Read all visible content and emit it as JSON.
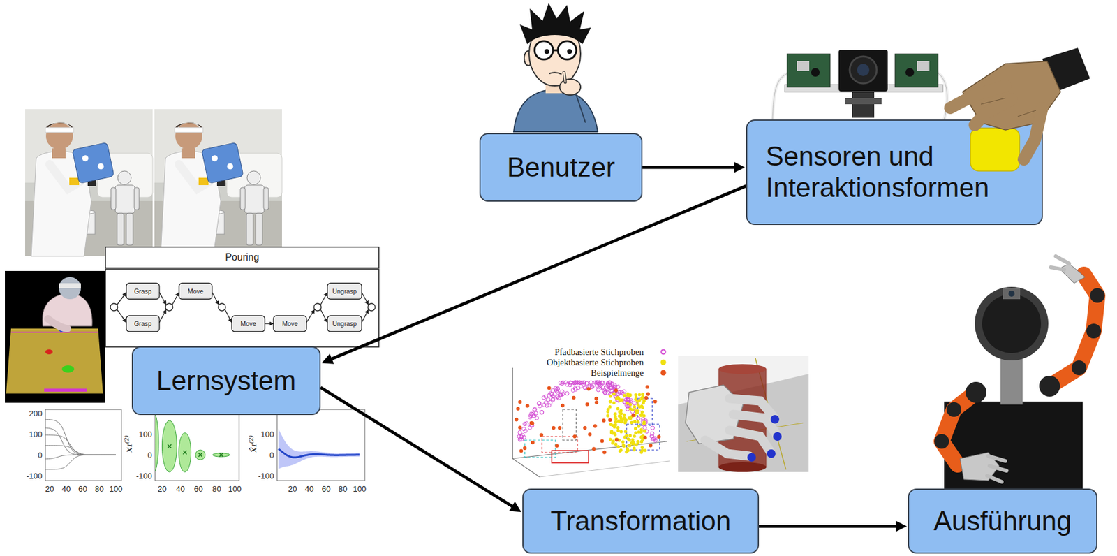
{
  "diagram": {
    "nodes": [
      {
        "text": [
          "Benutzer"
        ]
      },
      {
        "text": [
          "Sensoren und Interaktionsformen"
        ]
      },
      {
        "text": [
          "Lernsystem"
        ]
      },
      {
        "text": [
          "Transformation"
        ]
      },
      {
        "text": [
          "Ausführung"
        ]
      }
    ],
    "edges": [
      {
        "from": 0,
        "to": 1,
        "arrow": "to"
      },
      {
        "from": 1,
        "to": 2,
        "arrow": "to"
      },
      {
        "from": 2,
        "to": 3,
        "arrow": "to"
      },
      {
        "from": 3,
        "to": 4,
        "arrow": "to"
      }
    ],
    "labels": [
      "Pouring",
      "Grasp",
      "Grasp",
      "Move",
      "Move",
      "Move",
      "Ungrasp",
      "Ungrasp",
      "200",
      "100",
      "0",
      "-100",
      "20",
      "40",
      "60",
      "80",
      "100",
      "100",
      "0",
      "-100",
      "20",
      "40",
      "60",
      "80",
      "100",
      "x₁⁽²⁾",
      "100",
      "0",
      "-100",
      "20",
      "40",
      "60",
      "80",
      "100",
      "x̂₁⁽²⁾"
    ],
    "legend": [
      {
        "text": "Pfadbasierte Stichproben",
        "color": "#d44fd4"
      },
      {
        "text": "Objektbasierte Stichproben",
        "color": "#f0e010"
      },
      {
        "text": "Beispielmenge",
        "color": "#e8541c"
      }
    ]
  }
}
